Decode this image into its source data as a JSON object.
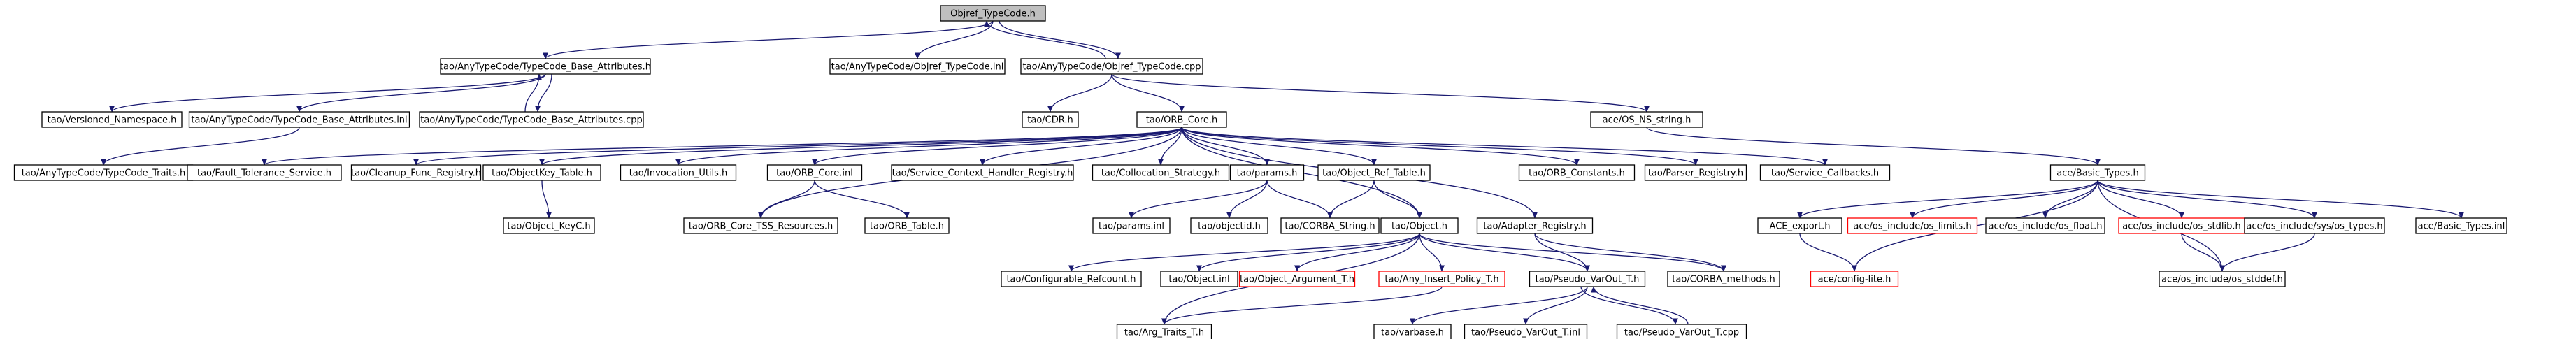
{
  "colors": {
    "edge": "#191970",
    "node_border": "#000000",
    "missing_border": "#ff0000",
    "root_fill": "#bfbfbf",
    "node_fill": "#ffffff",
    "text": "#000000"
  },
  "nodes": [
    {
      "id": "objref_h",
      "label": "Objref_TypeCode.h",
      "root": true
    },
    {
      "id": "base_attr_h",
      "label": "tao/AnyTypeCode/TypeCode_Base_Attributes.h"
    },
    {
      "id": "objref_inl",
      "label": "tao/AnyTypeCode/Objref_TypeCode.inl"
    },
    {
      "id": "objref_cpp",
      "label": "tao/AnyTypeCode/Objref_TypeCode.cpp"
    },
    {
      "id": "versioned_ns",
      "label": "tao/Versioned_Namespace.h"
    },
    {
      "id": "base_attr_inl",
      "label": "tao/AnyTypeCode/TypeCode_Base_Attributes.inl"
    },
    {
      "id": "base_attr_cpp",
      "label": "tao/AnyTypeCode/TypeCode_Base_Attributes.cpp"
    },
    {
      "id": "cdr_h",
      "label": "tao/CDR.h"
    },
    {
      "id": "orb_core_h",
      "label": "tao/ORB_Core.h"
    },
    {
      "id": "os_ns_string",
      "label": "ace/OS_NS_string.h"
    },
    {
      "id": "typecode_traits",
      "label": "tao/AnyTypeCode/TypeCode_Traits.h"
    },
    {
      "id": "fault_tol",
      "label": "tao/Fault_Tolerance_Service.h"
    },
    {
      "id": "cleanup_func",
      "label": "tao/Cleanup_Func_Registry.h"
    },
    {
      "id": "objectkey_table",
      "label": "tao/ObjectKey_Table.h"
    },
    {
      "id": "invocation_utils",
      "label": "tao/Invocation_Utils.h"
    },
    {
      "id": "orb_core_inl",
      "label": "tao/ORB_Core.inl"
    },
    {
      "id": "service_ctx",
      "label": "tao/Service_Context_Handler_Registry.h"
    },
    {
      "id": "collocation",
      "label": "tao/Collocation_Strategy.h"
    },
    {
      "id": "params_h",
      "label": "tao/params.h"
    },
    {
      "id": "objref_table",
      "label": "tao/Object_Ref_Table.h"
    },
    {
      "id": "orb_constants",
      "label": "tao/ORB_Constants.h"
    },
    {
      "id": "parser_reg",
      "label": "tao/Parser_Registry.h"
    },
    {
      "id": "service_callbacks",
      "label": "tao/Service_Callbacks.h"
    },
    {
      "id": "basic_types",
      "label": "ace/Basic_Types.h"
    },
    {
      "id": "object_keyc",
      "label": "tao/Object_KeyC.h"
    },
    {
      "id": "tss_resources",
      "label": "tao/ORB_Core_TSS_Resources.h"
    },
    {
      "id": "orb_table",
      "label": "tao/ORB_Table.h"
    },
    {
      "id": "params_inl",
      "label": "tao/params.inl"
    },
    {
      "id": "objectid",
      "label": "tao/objectid.h"
    },
    {
      "id": "corba_string",
      "label": "tao/CORBA_String.h"
    },
    {
      "id": "object_h",
      "label": "tao/Object.h"
    },
    {
      "id": "adapter_reg",
      "label": "tao/Adapter_Registry.h"
    },
    {
      "id": "ace_export",
      "label": "ACE_export.h"
    },
    {
      "id": "os_limits",
      "label": "ace/os_include/os_limits.h",
      "missing": true
    },
    {
      "id": "os_float",
      "label": "ace/os_include/os_float.h"
    },
    {
      "id": "os_stdlib",
      "label": "ace/os_include/os_stdlib.h",
      "missing": true
    },
    {
      "id": "os_types",
      "label": "ace/os_include/sys/os_types.h"
    },
    {
      "id": "basic_types_inl",
      "label": "ace/Basic_Types.inl"
    },
    {
      "id": "config_lite",
      "label": "ace/config-lite.h",
      "missing": true
    },
    {
      "id": "os_stddef",
      "label": "ace/os_include/os_stddef.h"
    },
    {
      "id": "conf_refcount",
      "label": "tao/Configurable_Refcount.h"
    },
    {
      "id": "object_inl",
      "label": "tao/Object.inl"
    },
    {
      "id": "object_arg",
      "label": "tao/Object_Argument_T.h",
      "missing": true
    },
    {
      "id": "any_insert",
      "label": "tao/Any_Insert_Policy_T.h",
      "missing": true
    },
    {
      "id": "pseudo_varout",
      "label": "tao/Pseudo_VarOut_T.h"
    },
    {
      "id": "corba_methods",
      "label": "tao/CORBA_methods.h"
    },
    {
      "id": "arg_traits",
      "label": "tao/Arg_Traits_T.h"
    },
    {
      "id": "varbase",
      "label": "tao/varbase.h"
    },
    {
      "id": "pseudo_varout_inl",
      "label": "tao/Pseudo_VarOut_T.inl"
    },
    {
      "id": "pseudo_varout_cpp",
      "label": "tao/Pseudo_VarOut_T.cpp"
    }
  ],
  "edges": [
    [
      "objref_h",
      "base_attr_h"
    ],
    [
      "objref_h",
      "objref_inl"
    ],
    [
      "objref_h",
      "objref_cpp"
    ],
    [
      "objref_cpp",
      "objref_h"
    ],
    [
      "base_attr_h",
      "versioned_ns"
    ],
    [
      "base_attr_h",
      "base_attr_inl"
    ],
    [
      "base_attr_h",
      "base_attr_cpp"
    ],
    [
      "base_attr_cpp",
      "base_attr_h"
    ],
    [
      "base_attr_inl",
      "typecode_traits"
    ],
    [
      "objref_cpp",
      "cdr_h"
    ],
    [
      "objref_cpp",
      "orb_core_h"
    ],
    [
      "objref_cpp",
      "os_ns_string"
    ],
    [
      "orb_core_h",
      "fault_tol"
    ],
    [
      "orb_core_h",
      "cleanup_func"
    ],
    [
      "orb_core_h",
      "objectkey_table"
    ],
    [
      "orb_core_h",
      "invocation_utils"
    ],
    [
      "orb_core_h",
      "orb_core_inl"
    ],
    [
      "orb_core_h",
      "service_ctx"
    ],
    [
      "orb_core_h",
      "collocation"
    ],
    [
      "orb_core_h",
      "params_h"
    ],
    [
      "orb_core_h",
      "objref_table"
    ],
    [
      "orb_core_h",
      "orb_constants"
    ],
    [
      "orb_core_h",
      "parser_reg"
    ],
    [
      "orb_core_h",
      "service_callbacks"
    ],
    [
      "orb_core_h",
      "tss_resources"
    ],
    [
      "orb_core_h",
      "object_h"
    ],
    [
      "orb_core_h",
      "adapter_reg"
    ],
    [
      "objectkey_table",
      "object_keyc"
    ],
    [
      "orb_core_inl",
      "tss_resources"
    ],
    [
      "orb_core_inl",
      "orb_table"
    ],
    [
      "params_h",
      "params_inl"
    ],
    [
      "params_h",
      "objectid"
    ],
    [
      "params_h",
      "corba_string"
    ],
    [
      "objref_table",
      "corba_string"
    ],
    [
      "objref_table",
      "object_h"
    ],
    [
      "os_ns_string",
      "basic_types"
    ],
    [
      "basic_types",
      "ace_export"
    ],
    [
      "basic_types",
      "os_limits"
    ],
    [
      "basic_types",
      "os_float"
    ],
    [
      "basic_types",
      "os_stdlib"
    ],
    [
      "basic_types",
      "os_types"
    ],
    [
      "basic_types",
      "basic_types_inl"
    ],
    [
      "basic_types",
      "config_lite"
    ],
    [
      "basic_types",
      "os_stddef"
    ],
    [
      "ace_export",
      "config_lite"
    ],
    [
      "os_stdlib",
      "os_stddef"
    ],
    [
      "os_types",
      "os_stddef"
    ],
    [
      "object_h",
      "conf_refcount"
    ],
    [
      "object_h",
      "object_inl"
    ],
    [
      "object_h",
      "object_arg"
    ],
    [
      "object_h",
      "any_insert"
    ],
    [
      "object_h",
      "pseudo_varout"
    ],
    [
      "object_h",
      "corba_methods"
    ],
    [
      "object_h",
      "arg_traits"
    ],
    [
      "adapter_reg",
      "pseudo_varout"
    ],
    [
      "adapter_reg",
      "corba_methods"
    ],
    [
      "any_insert",
      "arg_traits"
    ],
    [
      "pseudo_varout",
      "varbase"
    ],
    [
      "pseudo_varout",
      "pseudo_varout_inl"
    ],
    [
      "pseudo_varout",
      "pseudo_varout_cpp"
    ],
    [
      "pseudo_varout_cpp",
      "pseudo_varout"
    ]
  ]
}
